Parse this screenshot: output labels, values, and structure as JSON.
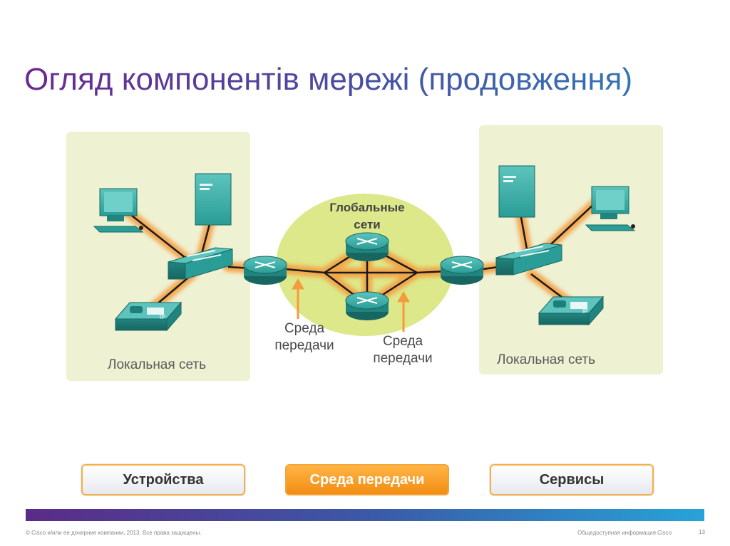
{
  "title": "Огляд компонентів мережі (продовження)",
  "diagram": {
    "lan_left_label": "Локальная сеть",
    "lan_right_label": "Локальная сеть",
    "wan_label_line1": "Глобальные",
    "wan_label_line2": "сети",
    "medium_label_1_line1": "Среда",
    "medium_label_1_line2": "передачи",
    "medium_label_2_line1": "Среда",
    "medium_label_2_line2": "передачи",
    "ip_phone_label": "IP"
  },
  "tabs": {
    "devices": "Устройства",
    "media": "Среда передачи",
    "services": "Сервисы"
  },
  "footer": {
    "copyright": "© Cisco и/или ее дочерние компании, 2013. Все права защищены.",
    "classification": "Общедоступная информация Cisco",
    "page_number": "13"
  },
  "colors": {
    "device_teal": "#2a9d96",
    "link_glow": "#f59b3c",
    "wan_cloud": "#dde88a",
    "lan_panel": "#eef1d2",
    "active_tab": "#f28d14"
  }
}
